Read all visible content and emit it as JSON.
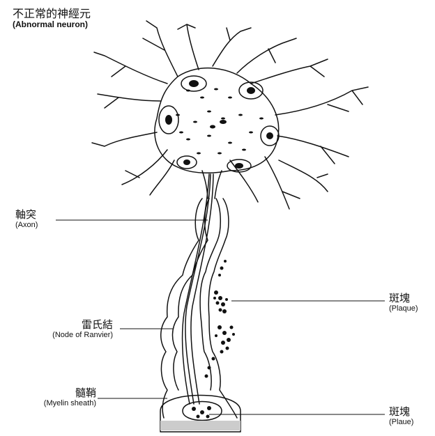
{
  "title": {
    "zh": "不正常的神經元",
    "en": "(Abnormal neuron)"
  },
  "labels": {
    "axon": {
      "zh": "軸突",
      "en": "(Axon)"
    },
    "node": {
      "zh": "雷氏結",
      "en": "(Node of Ranvier)"
    },
    "myelin": {
      "zh": "髓鞘",
      "en": "(Myelin sheath)"
    },
    "plaque1": {
      "zh": "斑塊",
      "en": "(Plaque)"
    },
    "plaque2": {
      "zh": "斑塊",
      "en": "(Plaue)"
    }
  }
}
